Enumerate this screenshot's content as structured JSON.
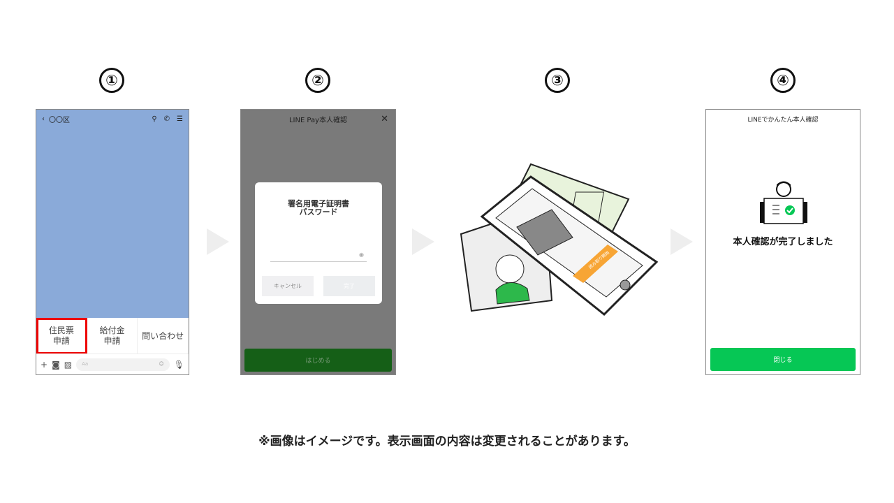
{
  "steps": [
    "①",
    "②",
    "③",
    "④"
  ],
  "step1": {
    "title": "〇〇区",
    "menu": [
      "住民票\n申請",
      "給付金\n申請",
      "問い合わせ"
    ],
    "input_placeholder": "Aa"
  },
  "step2": {
    "title": "LINE Pay本人確認",
    "dialog_title": "署名用電子証明書\nパスワード",
    "cancel": "キャンセル",
    "done": "完了",
    "start": "はじめる"
  },
  "step3": {
    "button": "読み取り開始"
  },
  "step4": {
    "title": "LINEでかんたん本人確認",
    "message": "本人確認が完了しました",
    "close": "閉じる"
  },
  "colors": {
    "chat_bg": "#8aaad9",
    "highlight": "#e00000",
    "line_green": "#06c755",
    "dark_green": "#155f17"
  },
  "footer": "※画像はイメージです。表示画面の内容は変更されることがあります。"
}
